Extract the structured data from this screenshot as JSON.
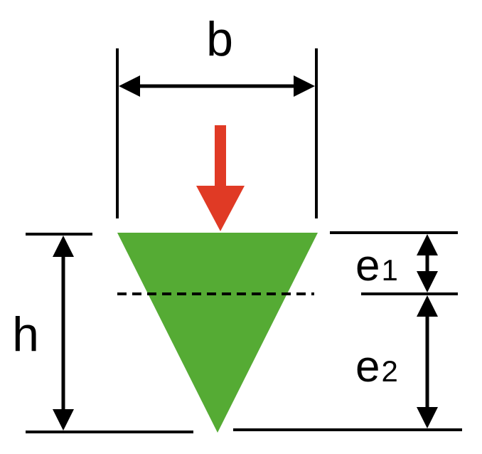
{
  "labels": {
    "width": "b",
    "height": "h",
    "e1_base": "e",
    "e1_sub": "1",
    "e2_base": "e",
    "e2_sub": "2"
  },
  "colors": {
    "triangle": "#55AB34",
    "load_arrow": "#E03A25",
    "lines": "#000000"
  },
  "icons": {
    "load": "downward-arrow-icon"
  }
}
